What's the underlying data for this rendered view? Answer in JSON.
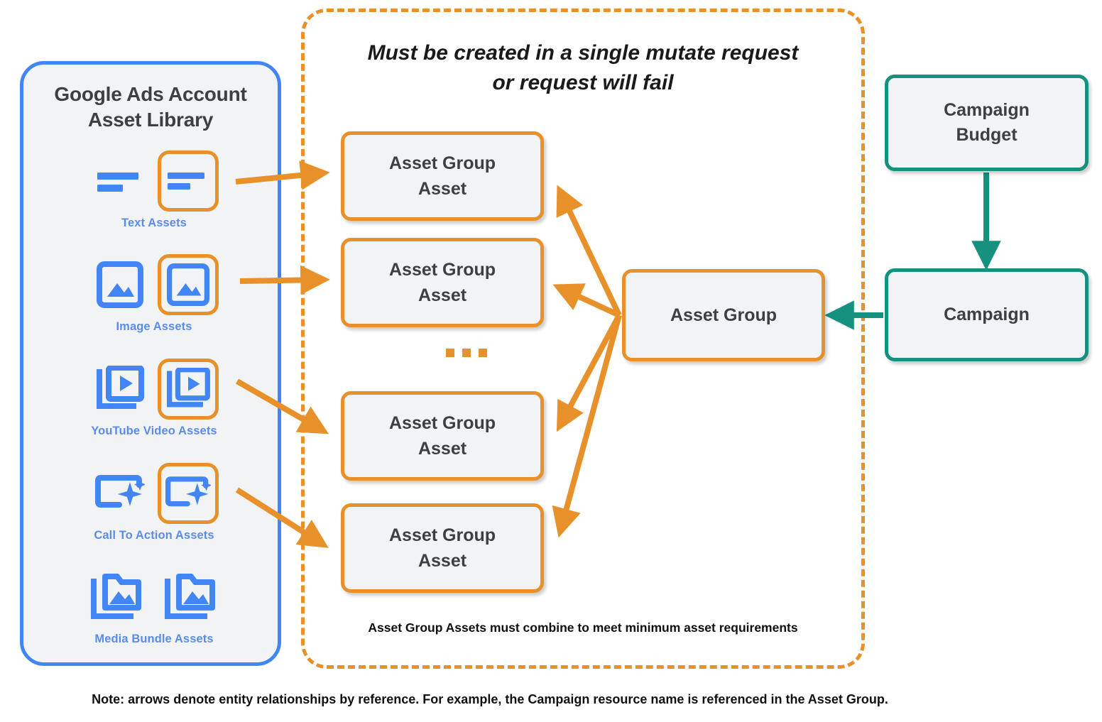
{
  "colors": {
    "orange": "#e8912a",
    "blue": "#4285f4",
    "label_blue": "#5a8ced",
    "teal": "#16917f",
    "node_fill": "#f1f3f4",
    "text_dark": "#3c4043"
  },
  "library": {
    "title_line1": "Google Ads Account",
    "title_line2": "Asset Library",
    "items": [
      {
        "label": "Text Assets",
        "icon": "text-asset-icon"
      },
      {
        "label": "Image Assets",
        "icon": "image-asset-icon"
      },
      {
        "label": "YouTube Video  Assets",
        "icon": "youtube-video-asset-icon"
      },
      {
        "label": "Call To Action Assets",
        "icon": "call-to-action-asset-icon"
      },
      {
        "label": "Media Bundle  Assets",
        "icon": "media-bundle-asset-icon"
      }
    ]
  },
  "mutate_group": {
    "title_line1": "Must be created in a single mutate request",
    "title_line2": "or request will fail",
    "footnote": "Asset Group Assets must combine to meet minimum asset requirements",
    "asset_group_assets": [
      {
        "line1": "Asset Group",
        "line2": "Asset"
      },
      {
        "line1": "Asset Group",
        "line2": "Asset"
      },
      {
        "line1": "Asset Group",
        "line2": "Asset"
      },
      {
        "line1": "Asset Group",
        "line2": "Asset"
      }
    ],
    "ellipsis": "..."
  },
  "nodes": {
    "asset_group": "Asset Group",
    "campaign_budget_line1": "Campaign",
    "campaign_budget_line2": "Budget",
    "campaign": "Campaign"
  },
  "note": "Note: arrows denote entity relationships by reference. For example, the Campaign resource name is referenced in the Asset Group."
}
